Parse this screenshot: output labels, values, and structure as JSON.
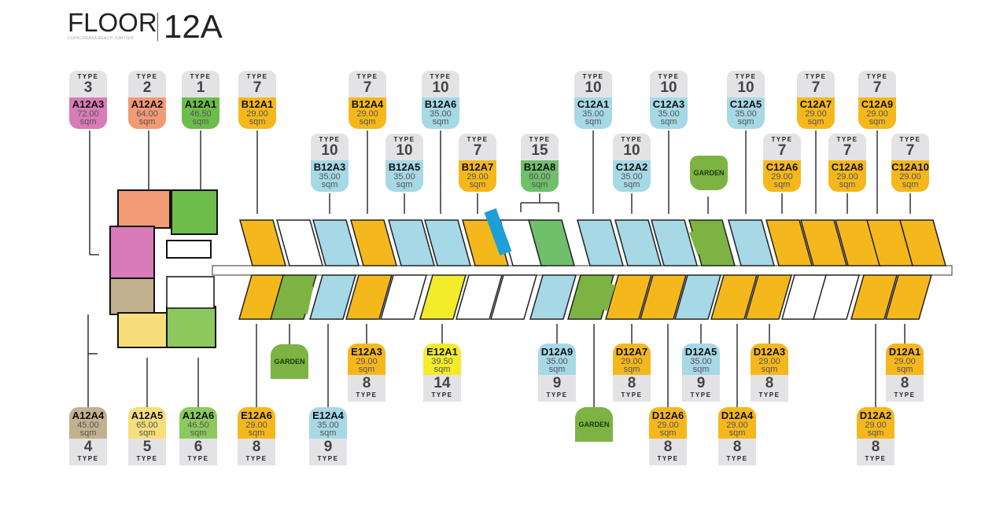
{
  "title": {
    "label": "FLOOR",
    "floor": "12A",
    "subtitle": "COPACABANA BEACH JOMTIEN"
  },
  "type_label": "TYPE",
  "area_unit": "sqm",
  "colors": {
    "pink": "#d97bb8",
    "salmon": "#f19a75",
    "green": "#6cbd4a",
    "yellow": "#f5b81c",
    "blue": "#a6d8e6",
    "mint": "#6fbf6b",
    "tan": "#c2b18e",
    "lightyellow": "#f7de7a",
    "lightgreen": "#8dc95e",
    "brightyellow": "#f2ec2a",
    "garden": "#7cb342"
  },
  "top_units": [
    {
      "unit": "A12A3",
      "type": "3",
      "area": "72.00",
      "color": "pink"
    },
    {
      "unit": "A12A2",
      "type": "2",
      "area": "64.00",
      "color": "salmon"
    },
    {
      "unit": "A12A1",
      "type": "1",
      "area": "46.50",
      "color": "green"
    },
    {
      "unit": "B12A1",
      "type": "7",
      "area": "29.00",
      "color": "yellow"
    },
    {
      "unit": "B12A3",
      "type": "10",
      "area": "35.00",
      "color": "blue"
    },
    {
      "unit": "B12A4",
      "type": "7",
      "area": "29.00",
      "color": "yellow"
    },
    {
      "unit": "B12A5",
      "type": "10",
      "area": "35.00",
      "color": "blue"
    },
    {
      "unit": "B12A6",
      "type": "10",
      "area": "35.00",
      "color": "blue"
    },
    {
      "unit": "B12A7",
      "type": "7",
      "area": "29.00",
      "color": "yellow"
    },
    {
      "unit": "B12A8",
      "type": "15",
      "area": "80.00",
      "color": "mint"
    },
    {
      "unit": "C12A1",
      "type": "10",
      "area": "35.00",
      "color": "blue"
    },
    {
      "unit": "C12A2",
      "type": "10",
      "area": "35.00",
      "color": "blue"
    },
    {
      "unit": "C12A3",
      "type": "10",
      "area": "35.00",
      "color": "blue"
    },
    {
      "unit": "C12A5",
      "type": "10",
      "area": "35.00",
      "color": "blue"
    },
    {
      "unit": "C12A6",
      "type": "7",
      "area": "29.00",
      "color": "yellow"
    },
    {
      "unit": "C12A7",
      "type": "7",
      "area": "29.00",
      "color": "yellow"
    },
    {
      "unit": "C12A8",
      "type": "7",
      "area": "29.00",
      "color": "yellow"
    },
    {
      "unit": "C12A9",
      "type": "7",
      "area": "29.00",
      "color": "yellow"
    },
    {
      "unit": "C12A10",
      "type": "7",
      "area": "29.00",
      "color": "yellow"
    }
  ],
  "bottom_units": [
    {
      "unit": "A12A4",
      "type": "4",
      "area": "45.00",
      "color": "tan"
    },
    {
      "unit": "A12A5",
      "type": "5",
      "area": "65.00",
      "color": "lightyellow"
    },
    {
      "unit": "A12A6",
      "type": "6",
      "area": "46.50",
      "color": "lightgreen"
    },
    {
      "unit": "E12A6",
      "type": "8",
      "area": "29.00",
      "color": "yellow"
    },
    {
      "unit": "E12A4",
      "type": "9",
      "area": "35.00",
      "color": "blue"
    },
    {
      "unit": "E12A3",
      "type": "8",
      "area": "29.00",
      "color": "yellow"
    },
    {
      "unit": "E12A1",
      "type": "14",
      "area": "39.50",
      "color": "brightyellow"
    },
    {
      "unit": "D12A9",
      "type": "9",
      "area": "35.00",
      "color": "blue"
    },
    {
      "unit": "D12A7",
      "type": "8",
      "area": "29.00",
      "color": "yellow"
    },
    {
      "unit": "D12A6",
      "type": "8",
      "area": "29.00",
      "color": "yellow"
    },
    {
      "unit": "D12A5",
      "type": "9",
      "area": "35.00",
      "color": "blue"
    },
    {
      "unit": "D12A4",
      "type": "8",
      "area": "29.00",
      "color": "yellow"
    },
    {
      "unit": "D12A3",
      "type": "8",
      "area": "29.00",
      "color": "yellow"
    },
    {
      "unit": "D12A2",
      "type": "8",
      "area": "29.00",
      "color": "yellow"
    },
    {
      "unit": "D12A1",
      "type": "8",
      "area": "29.00",
      "color": "yellow"
    }
  ],
  "gardens": [
    {
      "label": "GARDEN"
    },
    {
      "label": "GARDEN"
    },
    {
      "label": "GARDEN"
    }
  ]
}
